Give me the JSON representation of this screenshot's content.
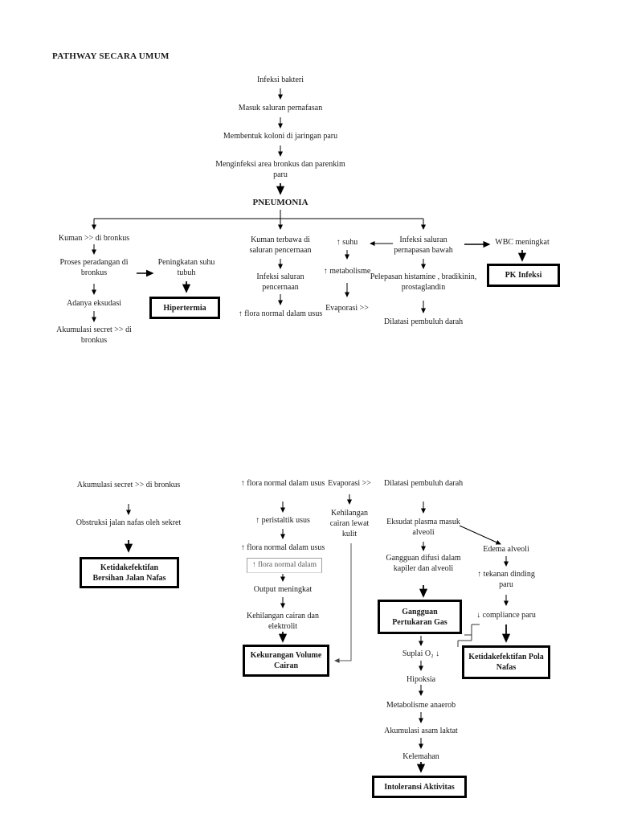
{
  "page_title": "PATHWAY SECARA UMUM",
  "colors": {
    "background": "#ffffff",
    "text": "#1a1a1a",
    "line": "#000000",
    "box_border": "#000000",
    "ghost_border": "#a0a0a0",
    "ghost_text": "#555555"
  },
  "nodes": {
    "infeksi_bakteri": "Infeksi bakteri",
    "masuk_saluran": "Masuk saluran pernafasan",
    "membentuk_koloni": "Membentuk koloni di jaringan paru",
    "menginfeksi_area": "Menginfeksi area bronkus dan parenkim paru",
    "pneumonia": "PNEUMONIA",
    "kuman_bronkus": "Kuman >> di bronkus",
    "proses_peradangan": "Proses peradangan di bronkus",
    "peningkatan_suhu": "Peningkatan suhu tubuh",
    "adanya_eksudasi": "Adanya eksudasi",
    "akumulasi_secret_atas": "Akumulasi secret >> di bronkus",
    "kuman_terbawa": "Kuman terbawa di saluran pencernaan",
    "infeksi_pencernaan": "Infeksi saluran pencernaan",
    "flora_atas": "↑ flora normal dalam usus",
    "suhu": "↑ suhu",
    "metabolisme": "↑ metabolisme",
    "evaporasi_atas": "Evaporasi >>",
    "infeksi_bawah": "Infeksi saluran pernapasan bawah",
    "pelepasan": "Pelepasan histamine , bradikinin, prostaglandin",
    "dilatasi_atas": "Dilatasi pembuluh darah",
    "wbc": "WBC meningkat",
    "akumulasi_secret_bawah": "Akumulasi secret >> di bronkus",
    "obstruksi": "Obstruksi jalan nafas oleh sekret",
    "flora_b1": "↑ flora normal dalam usus",
    "peristaltik": "↑ peristaltik usus",
    "flora_b2": "↑ flora normal dalam usus",
    "flora_ghost": "↑ flora normal dalam",
    "output_meningkat": "Output meningkat",
    "kehilangan_elektrolit": "Kehilangan cairan dan elektrolit",
    "evaporasi_bawah": "Evaporasi >>",
    "kehilangan_kulit": "Kehilangan cairan lewat kulit",
    "dilatasi_bawah": "Dilatasi pembuluh darah",
    "eksudat": "Eksudat plasma masuk alveoli",
    "gangguan_difusi": "Gangguan difusi dalam kapiler dan alveoli",
    "suplai_o2": "Suplai O₂ ↓",
    "hipoksia": "Hipoksia",
    "metabolisme_anaerob": "Metabolisme anaerob",
    "akumulasi_laktat": "Akumulasi asam laktat",
    "kelemahan": "Kelemahan",
    "edema_alveoli": "Edema alveoli",
    "tekanan_dinding": "↑ tekanan dinding paru",
    "compliance": "↓ compliance paru"
  },
  "boxes": {
    "hipertermia": "Hipertermia",
    "pk_infeksi": "PK Infeksi",
    "bersihan_jalan_nafas": "Ketidakefektifan Bersihan Jalan Nafas",
    "kekurangan_volume": "Kekurangan Volume Cairan",
    "gangguan_pertukaran_gas": "Gangguan Pertukaran Gas",
    "pola_nafas": "Ketidakefektifan Pola Nafas",
    "intoleransi_aktivitas": "Intoleransi Aktivitas"
  }
}
